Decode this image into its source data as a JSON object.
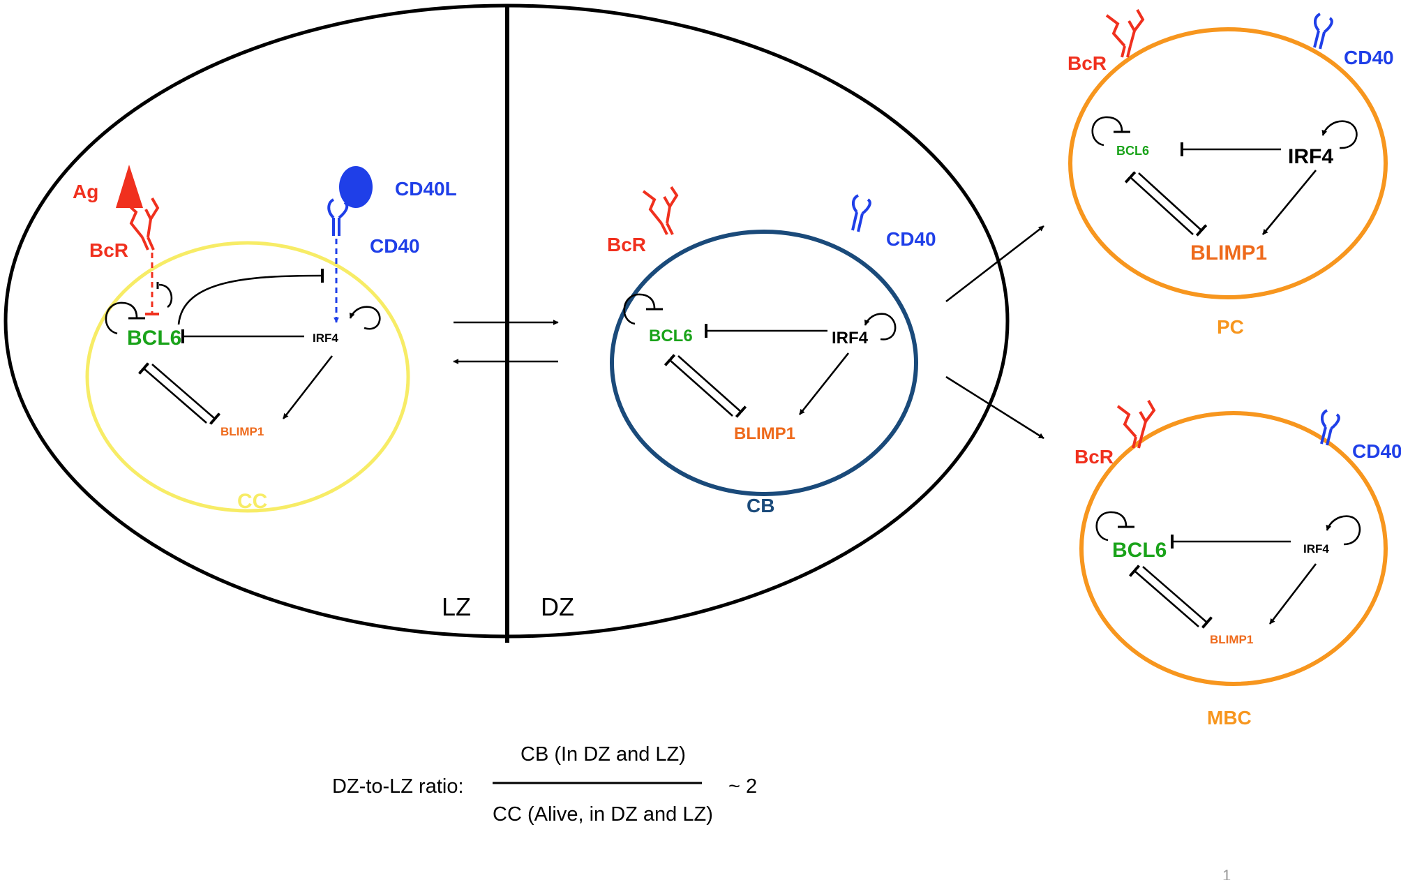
{
  "zones": {
    "lz": "LZ",
    "dz": "DZ"
  },
  "colors": {
    "red": "#f0301e",
    "blue": "#1f3fe8",
    "green": "#1aa31a",
    "orange_text": "#ee6a1c",
    "orange_cell": "#f7961e",
    "yellow_cell": "#f7ec66",
    "navy_cell": "#1a4a7a",
    "black": "#000000"
  },
  "cells": {
    "cc": {
      "name": "CC",
      "ag": "Ag",
      "bcr": "BcR",
      "cd40l": "CD40L",
      "cd40": "CD40",
      "bcl6": "BCL6",
      "irf4": "IRF4",
      "blimp1": "BLIMP1"
    },
    "cb": {
      "name": "CB",
      "bcr": "BcR",
      "cd40": "CD40",
      "bcl6": "BCL6",
      "irf4": "IRF4",
      "blimp1": "BLIMP1"
    },
    "pc": {
      "name": "PC",
      "bcr": "BcR",
      "cd40": "CD40",
      "bcl6": "BCL6",
      "irf4": "IRF4",
      "blimp1": "BLIMP1"
    },
    "mbc": {
      "name": "MBC",
      "bcr": "BcR",
      "cd40": "CD40",
      "bcl6": "BCL6",
      "irf4": "IRF4",
      "blimp1": "BLIMP1"
    }
  },
  "ratio": {
    "label": "DZ-to-LZ ratio:",
    "numerator": "CB (In DZ and LZ)",
    "denominator": "CC (Alive, in DZ and LZ)",
    "value": "~ 2"
  },
  "page_number": "1"
}
